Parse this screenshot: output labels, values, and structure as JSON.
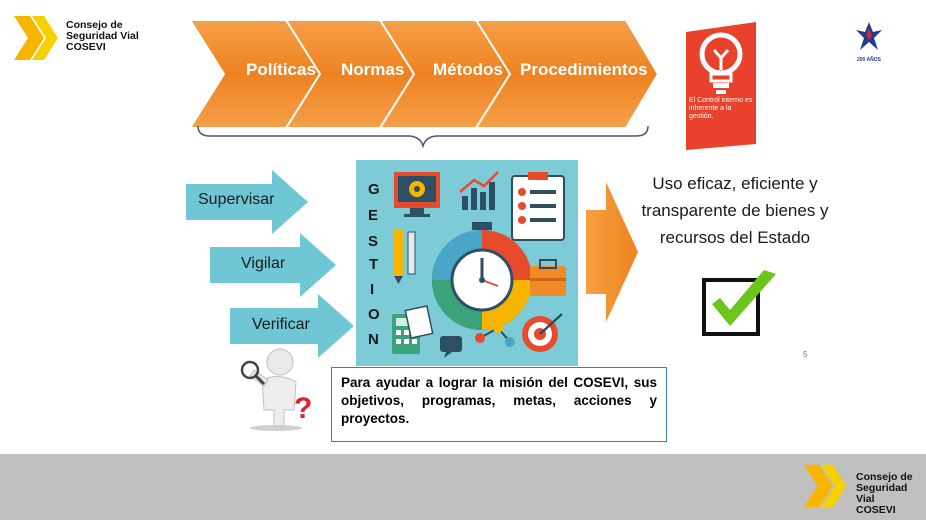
{
  "header_logo": {
    "line1": "Consejo de",
    "line2": "Seguridad Vial",
    "line3": "COSEVI"
  },
  "footer_logo": {
    "line1": "Consejo de",
    "line2": "Seguridad Vial",
    "line3": "COSEVI"
  },
  "process_chevrons": [
    {
      "label": "Políticas"
    },
    {
      "label": "Normas"
    },
    {
      "label": "Métodos"
    },
    {
      "label": "Procedimientos"
    }
  ],
  "control_card": {
    "text": "El Control interno es inherente a la gestión."
  },
  "anniversary_badge": {
    "text": "200 AÑOS"
  },
  "side_arrows": [
    {
      "label": "Supervisar"
    },
    {
      "label": "Vigilar"
    },
    {
      "label": "Verificar"
    }
  ],
  "gestion_letters": [
    "G",
    "E",
    "S",
    "T",
    "I",
    "O",
    "N"
  ],
  "outcome_text": "Uso eficaz, eficiente y transparente  de bienes y recursos del Estado",
  "mission_text": "Para ayudar a lograr la misión del COSEVI, sus objetivos, programas, metas, acciones y proyectos.",
  "page_number": "5",
  "colors": {
    "orange": "#f08a24",
    "teal": "#6fc6d4",
    "red": "#e8412c",
    "green": "#6cc51c",
    "footer_gray": "#c0c0c0"
  }
}
